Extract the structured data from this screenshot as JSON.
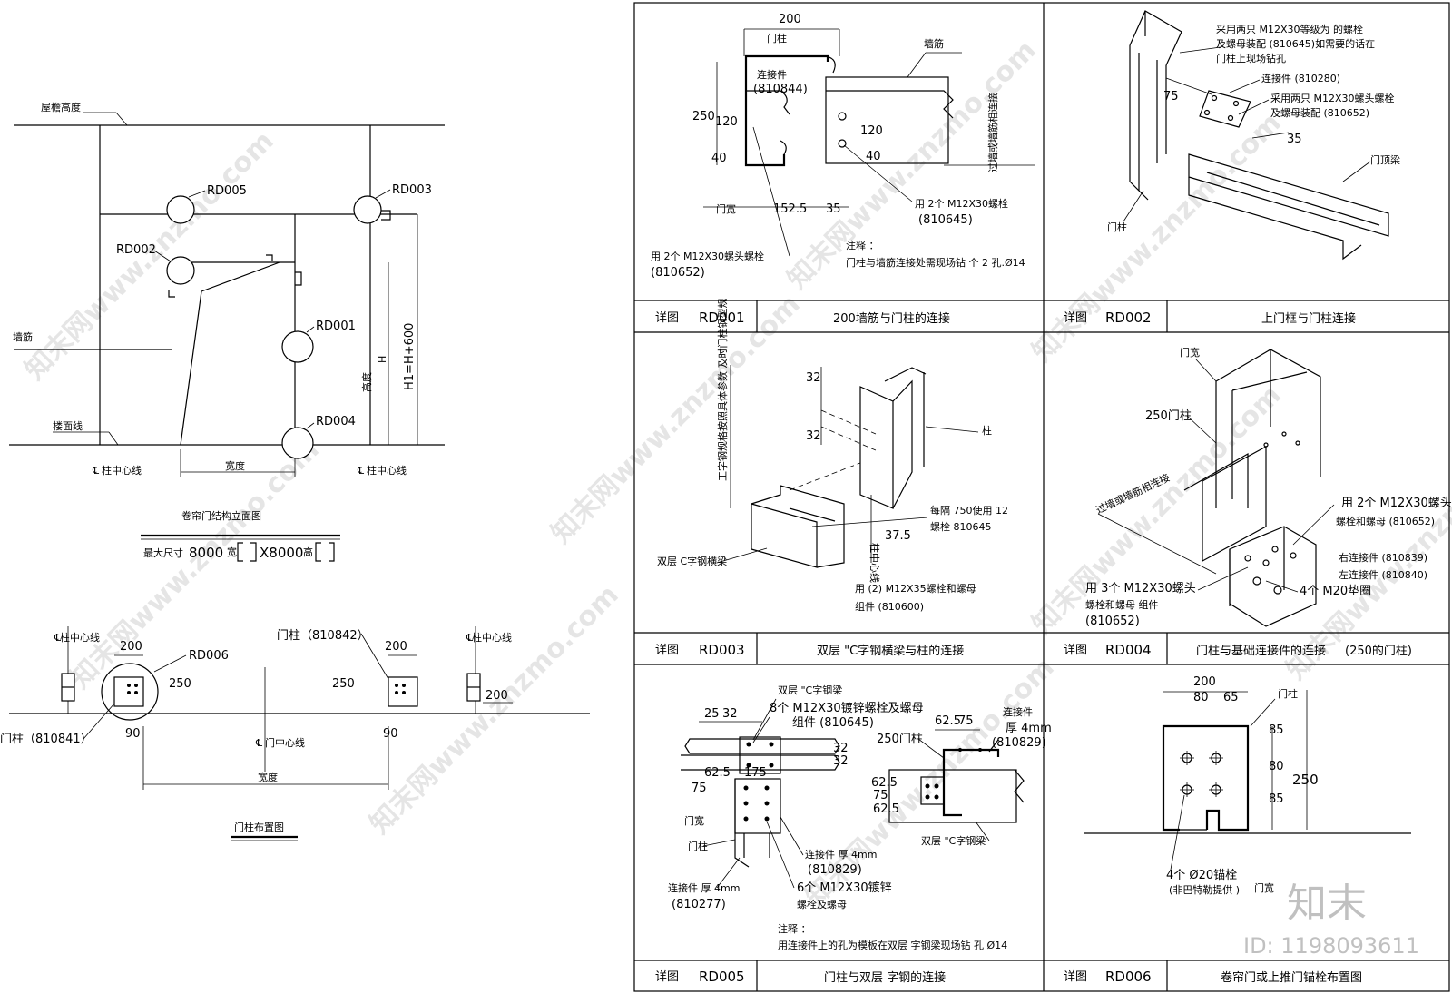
{
  "left": {
    "elevation": {
      "roof_height": "屋檐高度",
      "wall_beam": "墙筋",
      "floor_line": "楼面线",
      "col_center_left": "柱中心线",
      "col_center_right": "柱中心线",
      "width": "宽度",
      "height": "高度",
      "h_letter": "H",
      "h1": "H1=H+600",
      "rd005": "RD005",
      "rd003": "RD003",
      "rd002": "RD002",
      "rd001": "RD001",
      "rd004": "RD004",
      "title": "卷帘门结构立面图",
      "max_size_label": "最大尺寸",
      "max_w": "8000",
      "w_unit": "宽",
      "x_sep": "X8000",
      "h_unit": "高"
    },
    "plan": {
      "col_center_a": "柱中心线",
      "col_center_b": "柱中心线",
      "door_center": "门中心线",
      "d200a": "200",
      "d200b": "200",
      "d200c": "200",
      "d250a": "250",
      "d250b": "250",
      "d90a": "90",
      "d90b": "90",
      "rd006": "RD006",
      "post_810842": "门柱（810842）",
      "post_810841": "门柱（810841）",
      "width": "宽度",
      "title": "门柱布置图"
    }
  },
  "panels": {
    "rd001": {
      "d200": "200",
      "post": "门柱",
      "wall_beam": "墙筋",
      "conn": "连接件",
      "conn_code": "(810844)",
      "d250": "250",
      "d120a": "120",
      "d40a": "40",
      "d120b": "120",
      "d40b": "40",
      "door_width": "门宽",
      "d1525": "152.5",
      "d35": "35",
      "bolt_a": "用 2个  M12X30螺栓",
      "bolt_a_code": "(810645)",
      "bolt_b": "用 2个  M12X30螺头螺栓",
      "bolt_b_code": "(810652)",
      "vert_note": "过墙或墙筋相连接",
      "note_title": "注释 ：",
      "note": "门柱与墙筋连接处需现场钻  个    2  孔.Ø14",
      "tag": "详图",
      "code": "RD001",
      "title": "200墙筋与门柱的连接"
    },
    "rd002": {
      "note1": "采用两只    M12X30等级为      的螺栓",
      "note2": "及螺母装配   (810645)如需要的话在",
      "note3": "门柱上现场钻孔",
      "conn": "连接件  (810280)",
      "note4": "采用两只    M12X30螺头螺栓",
      "note5": "及螺母装配   (810652)",
      "d75": "75",
      "d35": "35",
      "top_beam": "门顶梁",
      "post": "门柱",
      "tag": "详图",
      "code": "RD002",
      "title": "上门框与门柱连接"
    },
    "rd003": {
      "d32a": "32",
      "d32b": "32",
      "d375": "37.5",
      "column": "柱",
      "vert_note": "工字钢规格按照具体参数 及时门柱钢型规",
      "every": "每隔    750使用  12",
      "bolt": "螺栓   810645",
      "col_center": "柱中心线",
      "beam": "双层  C字钢横梁",
      "use": "用 (2)  M12X35螺栓和螺母",
      "group": "组件   (810600)",
      "tag": "详图",
      "code": "RD003",
      "title": "双层   \"C字钢横梁与柱的连接"
    },
    "rd004": {
      "door_width": "门宽",
      "post250": "250门柱",
      "vert_note": "过墙或墙筋相连接",
      "use2": "用 2个  M12X30螺头",
      "use2b": "螺栓和螺母     (810652)",
      "right_conn": "右连接件   (810839)",
      "left_conn": "左连接件   (810840)",
      "use3": "用 3个  M12X30螺头",
      "use3b": "螺栓和螺母       组件",
      "use3c": "(810652)",
      "m20": "4个  M20垫圈",
      "tag": "详图",
      "code": "RD004",
      "title": "门柱与基础连接件的连接",
      "sub": "(250的门柱)"
    },
    "rd005": {
      "d25": "25",
      "d32a": "32",
      "beam_label": "双层  \"C字钢梁",
      "bolts8": "8个  M12X30镀锌螺栓及螺母",
      "bolts8b": "组件   (810645)",
      "d625a": "62.5",
      "d75a": "75",
      "d175": "175",
      "d32b": "32",
      "d32c": "32",
      "door_width": "门宽",
      "post": "门柱",
      "conn4": "连接件  厚 4mm",
      "conn4_code": "(810829)",
      "bolts6": "6个  M12X30镀锌",
      "bolts6b": "螺栓及螺母",
      "conn4b": "连接件  厚 4mm",
      "conn4b_code": "(810277)",
      "post250": "250门柱",
      "d625b": "62.5",
      "d75b": "75",
      "conn_r": "连接件",
      "conn_r2": "厚 4mm",
      "conn_r_code": "(810829)",
      "d625c": "62.5",
      "d75c": "75",
      "d625d": "62.5",
      "beam2": "双层  \"C字钢梁",
      "note_title": "注释 ：",
      "note": "用连接件上的孔为模板在双层    字钢梁现场钻            孔       Ø14",
      "tag": "详图",
      "code": "RD005",
      "title": "门柱与双层     字钢的连接"
    },
    "rd006": {
      "d200": "200",
      "d80": "80",
      "d65": "65",
      "post": "门柱",
      "d85a": "85",
      "d80b": "80",
      "d85b": "85",
      "d250": "250",
      "anchor": "4个  Ø20锚栓",
      "anchor_note": "(非巴特勒提供   )",
      "door_width": "门宽",
      "tag": "详图",
      "code": "RD006",
      "title": "卷帘门或上推门锚栓布置图"
    }
  },
  "brand": {
    "logo": "知末",
    "id": "ID: 1198093611"
  },
  "watermark": "知末网www.znzmo.com",
  "colors": {
    "line": "#000000",
    "watermark": "#b4b4b4"
  }
}
